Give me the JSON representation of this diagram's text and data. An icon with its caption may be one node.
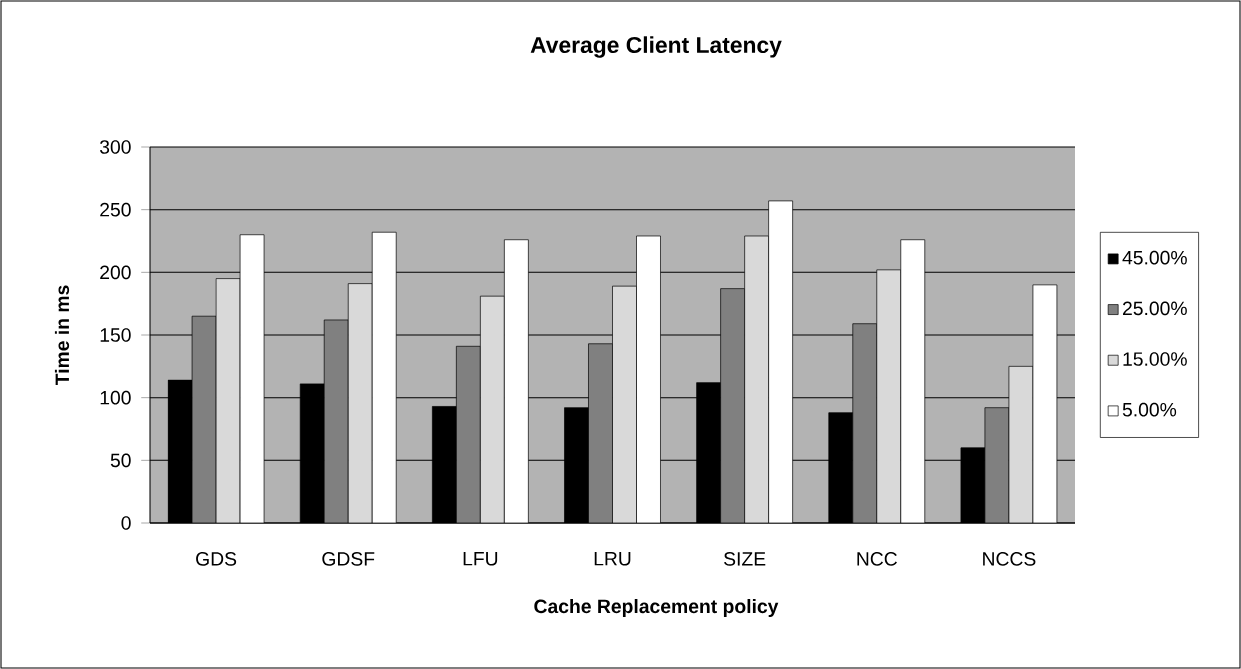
{
  "diagram": {
    "chart_data": {
      "type": "bar",
      "title": "Average Client Latency",
      "xlabel": "Cache Replacement policy",
      "ylabel": "Time in ms",
      "categories": [
        "GDS",
        "GDSF",
        "LFU",
        "LRU",
        "SIZE",
        "NCC",
        "NCCS"
      ],
      "series": [
        {
          "name": "45.00%",
          "color": "#000000",
          "values": [
            114,
            111,
            93,
            92,
            112,
            88,
            60
          ]
        },
        {
          "name": "25.00%",
          "color": "#808080",
          "values": [
            165,
            162,
            141,
            143,
            187,
            159,
            92
          ]
        },
        {
          "name": "15.00%",
          "color": "#d9d9d9",
          "values": [
            195,
            191,
            181,
            189,
            229,
            202,
            125
          ]
        },
        {
          "name": "5.00%",
          "color": "#ffffff",
          "values": [
            230,
            232,
            226,
            229,
            257,
            226,
            190
          ]
        }
      ],
      "grid": "y",
      "legend": true,
      "ylim": [
        0,
        300
      ],
      "yticks": [
        0,
        50,
        100,
        150,
        200,
        250,
        300
      ]
    }
  }
}
